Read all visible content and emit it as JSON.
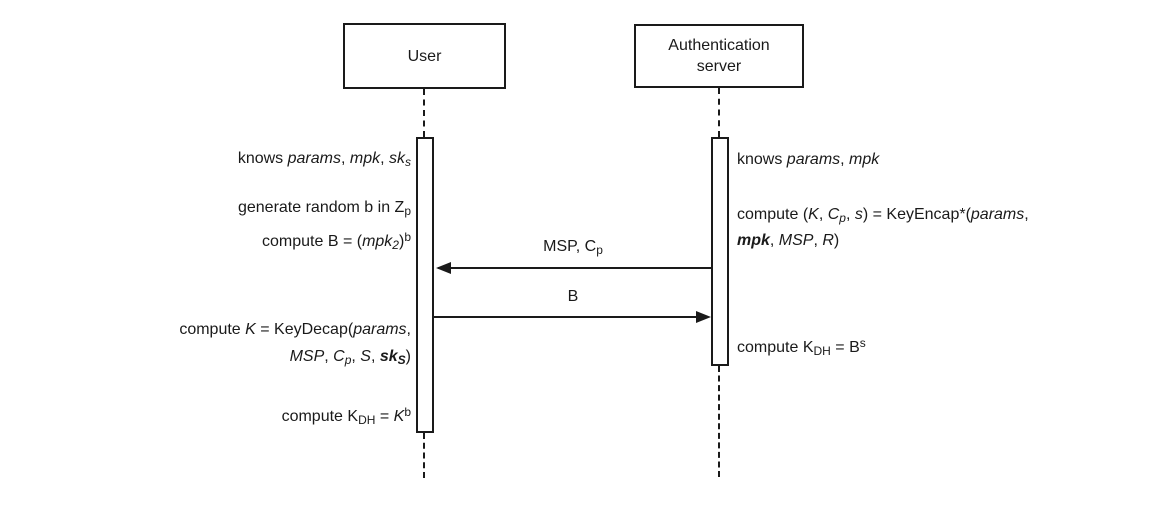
{
  "colors": {
    "background": "#ffffff",
    "line": "#1a1a1a",
    "text": "#1a1a1a"
  },
  "actors": {
    "user": {
      "label": "User"
    },
    "server": {
      "label": "Authentication\nserver"
    }
  },
  "messages": [
    {
      "id": "msp-cp",
      "direction": "server-to-user",
      "label_segments": [
        {
          "t": "MSP, C"
        },
        {
          "t": "p",
          "s": "sub"
        }
      ]
    },
    {
      "id": "b",
      "direction": "user-to-server",
      "label_segments": [
        {
          "t": "B"
        }
      ]
    }
  ],
  "user_notes": [
    {
      "segments": [
        {
          "t": "knows "
        },
        {
          "t": "params",
          "s": "i"
        },
        {
          "t": ", "
        },
        {
          "t": "mpk",
          "s": "i"
        },
        {
          "t": ", "
        },
        {
          "t": "sk",
          "s": "i"
        },
        {
          "t": "s",
          "s": "i sub"
        }
      ]
    },
    {
      "segments": [
        {
          "t": "generate random b in Z"
        },
        {
          "t": "p",
          "s": "sub"
        }
      ]
    },
    {
      "segments": [
        {
          "t": "compute B = ("
        },
        {
          "t": "mpk",
          "s": "i"
        },
        {
          "t": "2",
          "s": "i sub"
        },
        {
          "t": ")"
        },
        {
          "t": "b",
          "s": "sup"
        }
      ]
    },
    {
      "segments": [
        {
          "t": "compute "
        },
        {
          "t": "K",
          "s": "i"
        },
        {
          "t": " = KeyDecap("
        },
        {
          "t": "params",
          "s": "i"
        },
        {
          "t": ","
        }
      ]
    },
    {
      "segments": [
        {
          "t": "MSP",
          "s": "i"
        },
        {
          "t": ", "
        },
        {
          "t": "C",
          "s": "i"
        },
        {
          "t": "p",
          "s": "i sub"
        },
        {
          "t": ", "
        },
        {
          "t": "S",
          "s": "i"
        },
        {
          "t": ", "
        },
        {
          "t": "sk",
          "s": "bi"
        },
        {
          "t": "S",
          "s": "bi sub"
        },
        {
          "t": ")"
        }
      ]
    },
    {
      "segments": [
        {
          "t": "compute K"
        },
        {
          "t": "DH",
          "s": "sub"
        },
        {
          "t": " = "
        },
        {
          "t": "K",
          "s": "i"
        },
        {
          "t": "b",
          "s": "sup"
        }
      ]
    }
  ],
  "server_notes": [
    {
      "segments": [
        {
          "t": "knows "
        },
        {
          "t": "params",
          "s": "i"
        },
        {
          "t": ", "
        },
        {
          "t": "mpk",
          "s": "i"
        }
      ]
    },
    {
      "segments": [
        {
          "t": "compute ("
        },
        {
          "t": "K",
          "s": "i"
        },
        {
          "t": ", "
        },
        {
          "t": "C",
          "s": "i"
        },
        {
          "t": "p",
          "s": "i sub"
        },
        {
          "t": ", "
        },
        {
          "t": "s",
          "s": "i"
        },
        {
          "t": ") = KeyEncap*("
        },
        {
          "t": "params",
          "s": "i"
        },
        {
          "t": ","
        }
      ]
    },
    {
      "segments": [
        {
          "t": "mpk",
          "s": "bi"
        },
        {
          "t": ", "
        },
        {
          "t": "MSP",
          "s": "i"
        },
        {
          "t": ", "
        },
        {
          "t": "R",
          "s": "i"
        },
        {
          "t": ")"
        }
      ]
    },
    {
      "segments": [
        {
          "t": "compute K"
        },
        {
          "t": "DH",
          "s": "sub"
        },
        {
          "t": " = B"
        },
        {
          "t": "s",
          "s": "sup"
        }
      ]
    }
  ]
}
